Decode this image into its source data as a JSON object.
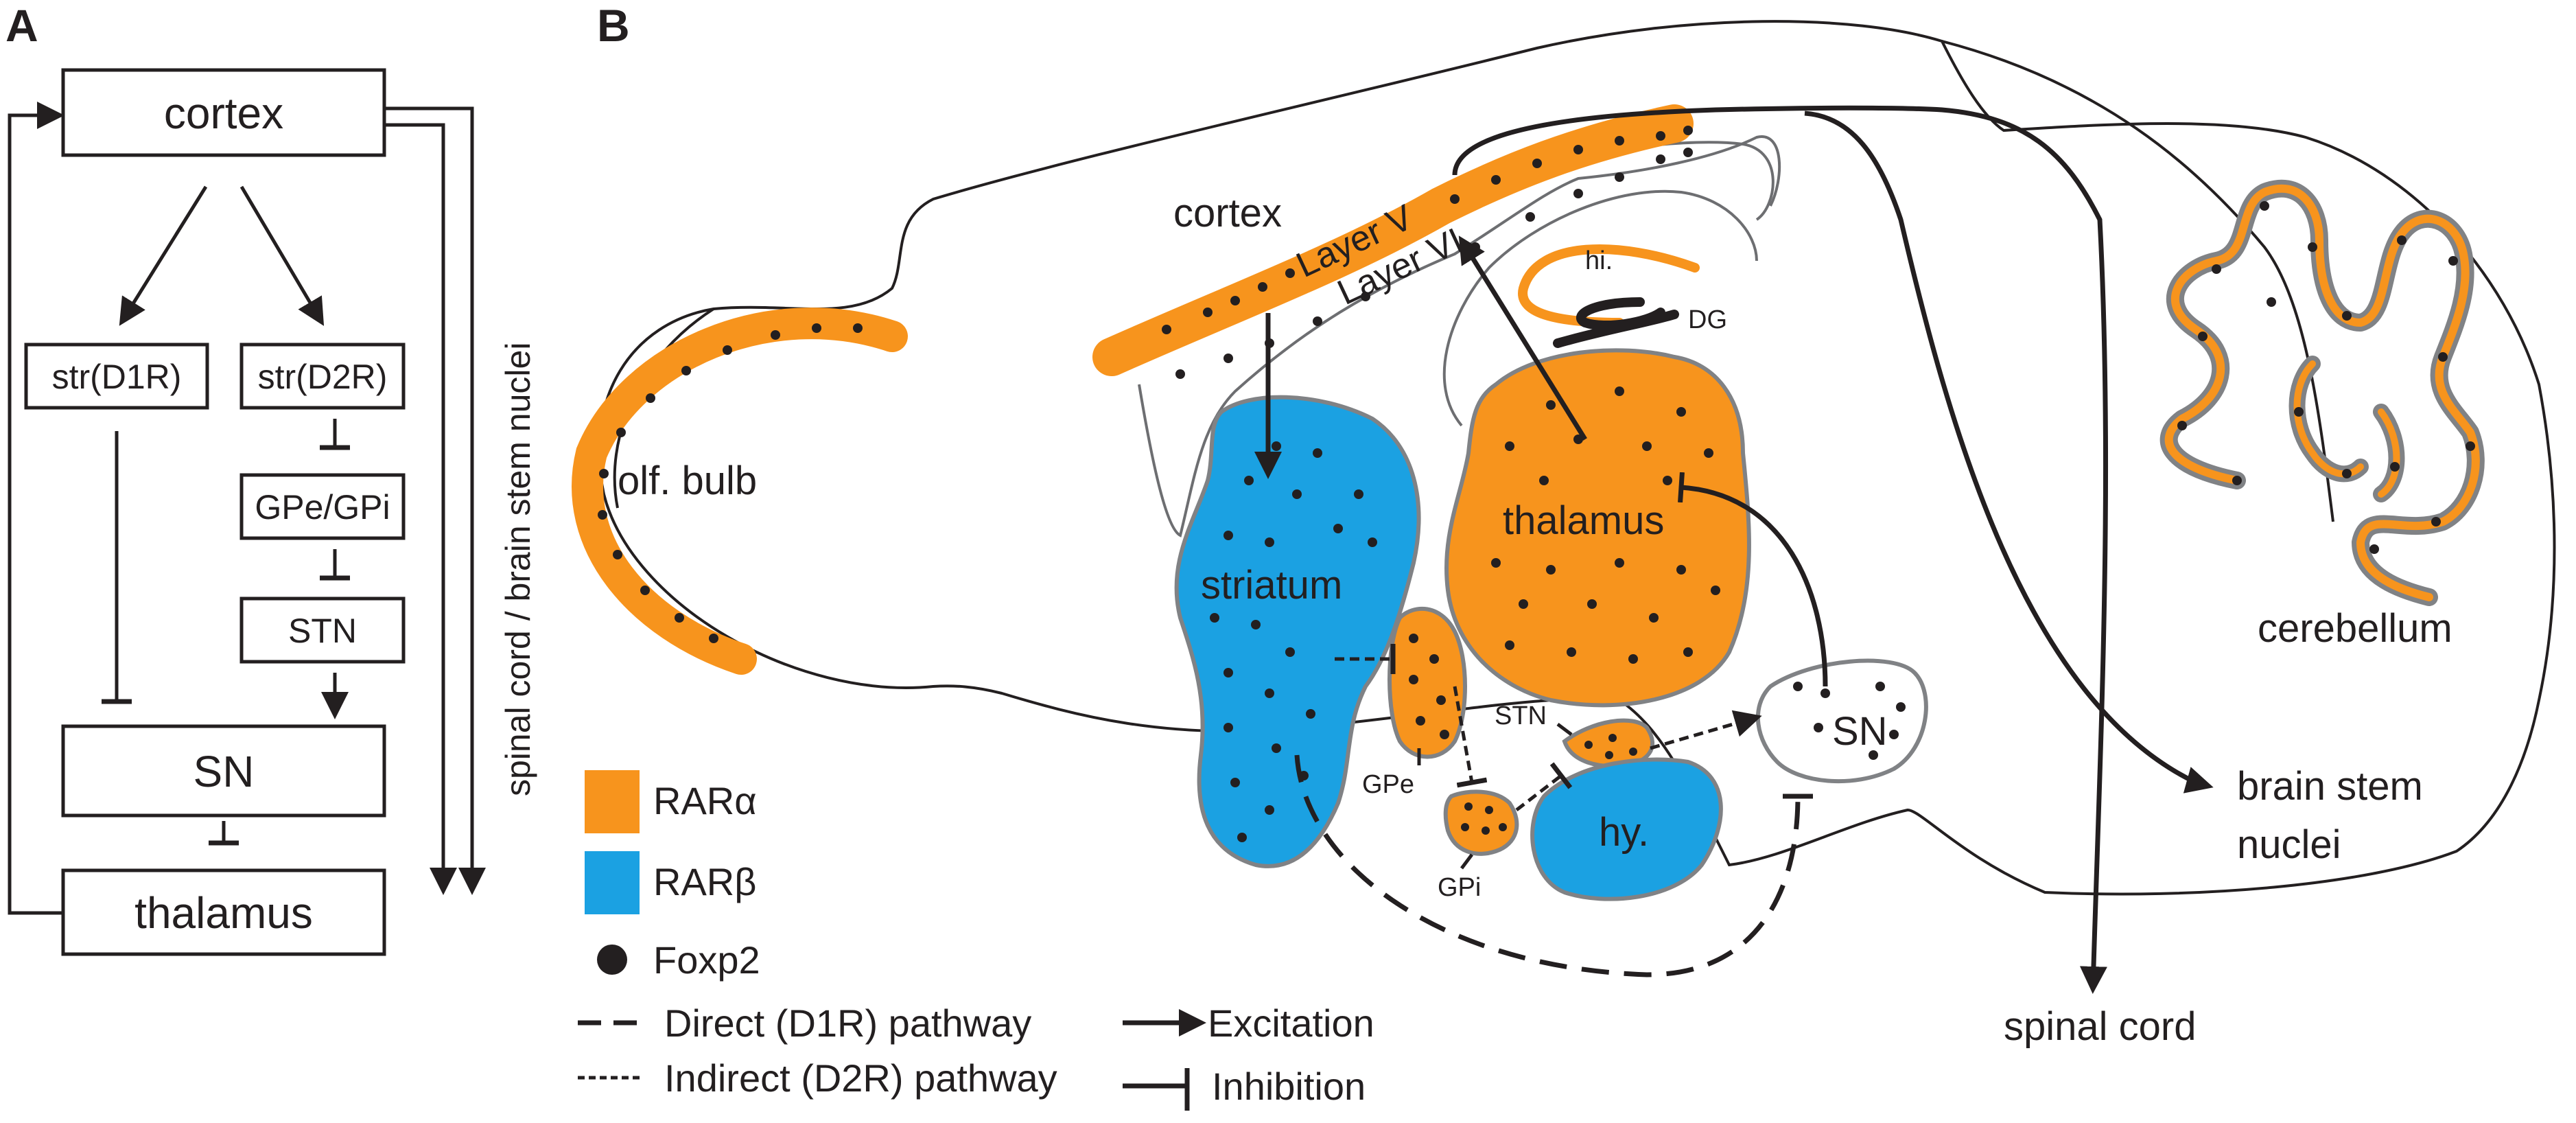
{
  "panels": {
    "a": "A",
    "b": "B"
  },
  "colors": {
    "rar_alpha": "#f7941d",
    "rar_beta": "#1ba1e2",
    "ink": "#231f20",
    "region_outline": "#808285"
  },
  "panel_a": {
    "cortex": "cortex",
    "str_d1r": "str(D1R)",
    "str_d2r": "str(D2R)",
    "gpe_gpi": "GPe/GPi",
    "stn": "STN",
    "sn": "SN",
    "thalamus": "thalamus",
    "output_label": "spinal cord / brain stem nuclei"
  },
  "panel_b": {
    "cortex": "cortex",
    "layer_v": "Layer V",
    "layer_vi": "Layer VI",
    "hi": "hi.",
    "dg": "DG",
    "olf_bulb": "olf. bulb",
    "striatum": "striatum",
    "thalamus": "thalamus",
    "gpe": "GPe",
    "gpi": "GPi",
    "stn": "STN",
    "sn": "SN",
    "hy": "hy.",
    "cerebellum": "cerebellum",
    "brain_stem_1": "brain stem",
    "brain_stem_2": "nuclei",
    "spinal_cord": "spinal cord"
  },
  "legend": {
    "rar_alpha": "RARα",
    "rar_beta": "RARβ",
    "foxp2": "Foxp2",
    "direct": "Direct (D1R) pathway",
    "indirect": "Indirect (D2R) pathway",
    "excitation": "Excitation",
    "inhibition": "Inhibition"
  }
}
